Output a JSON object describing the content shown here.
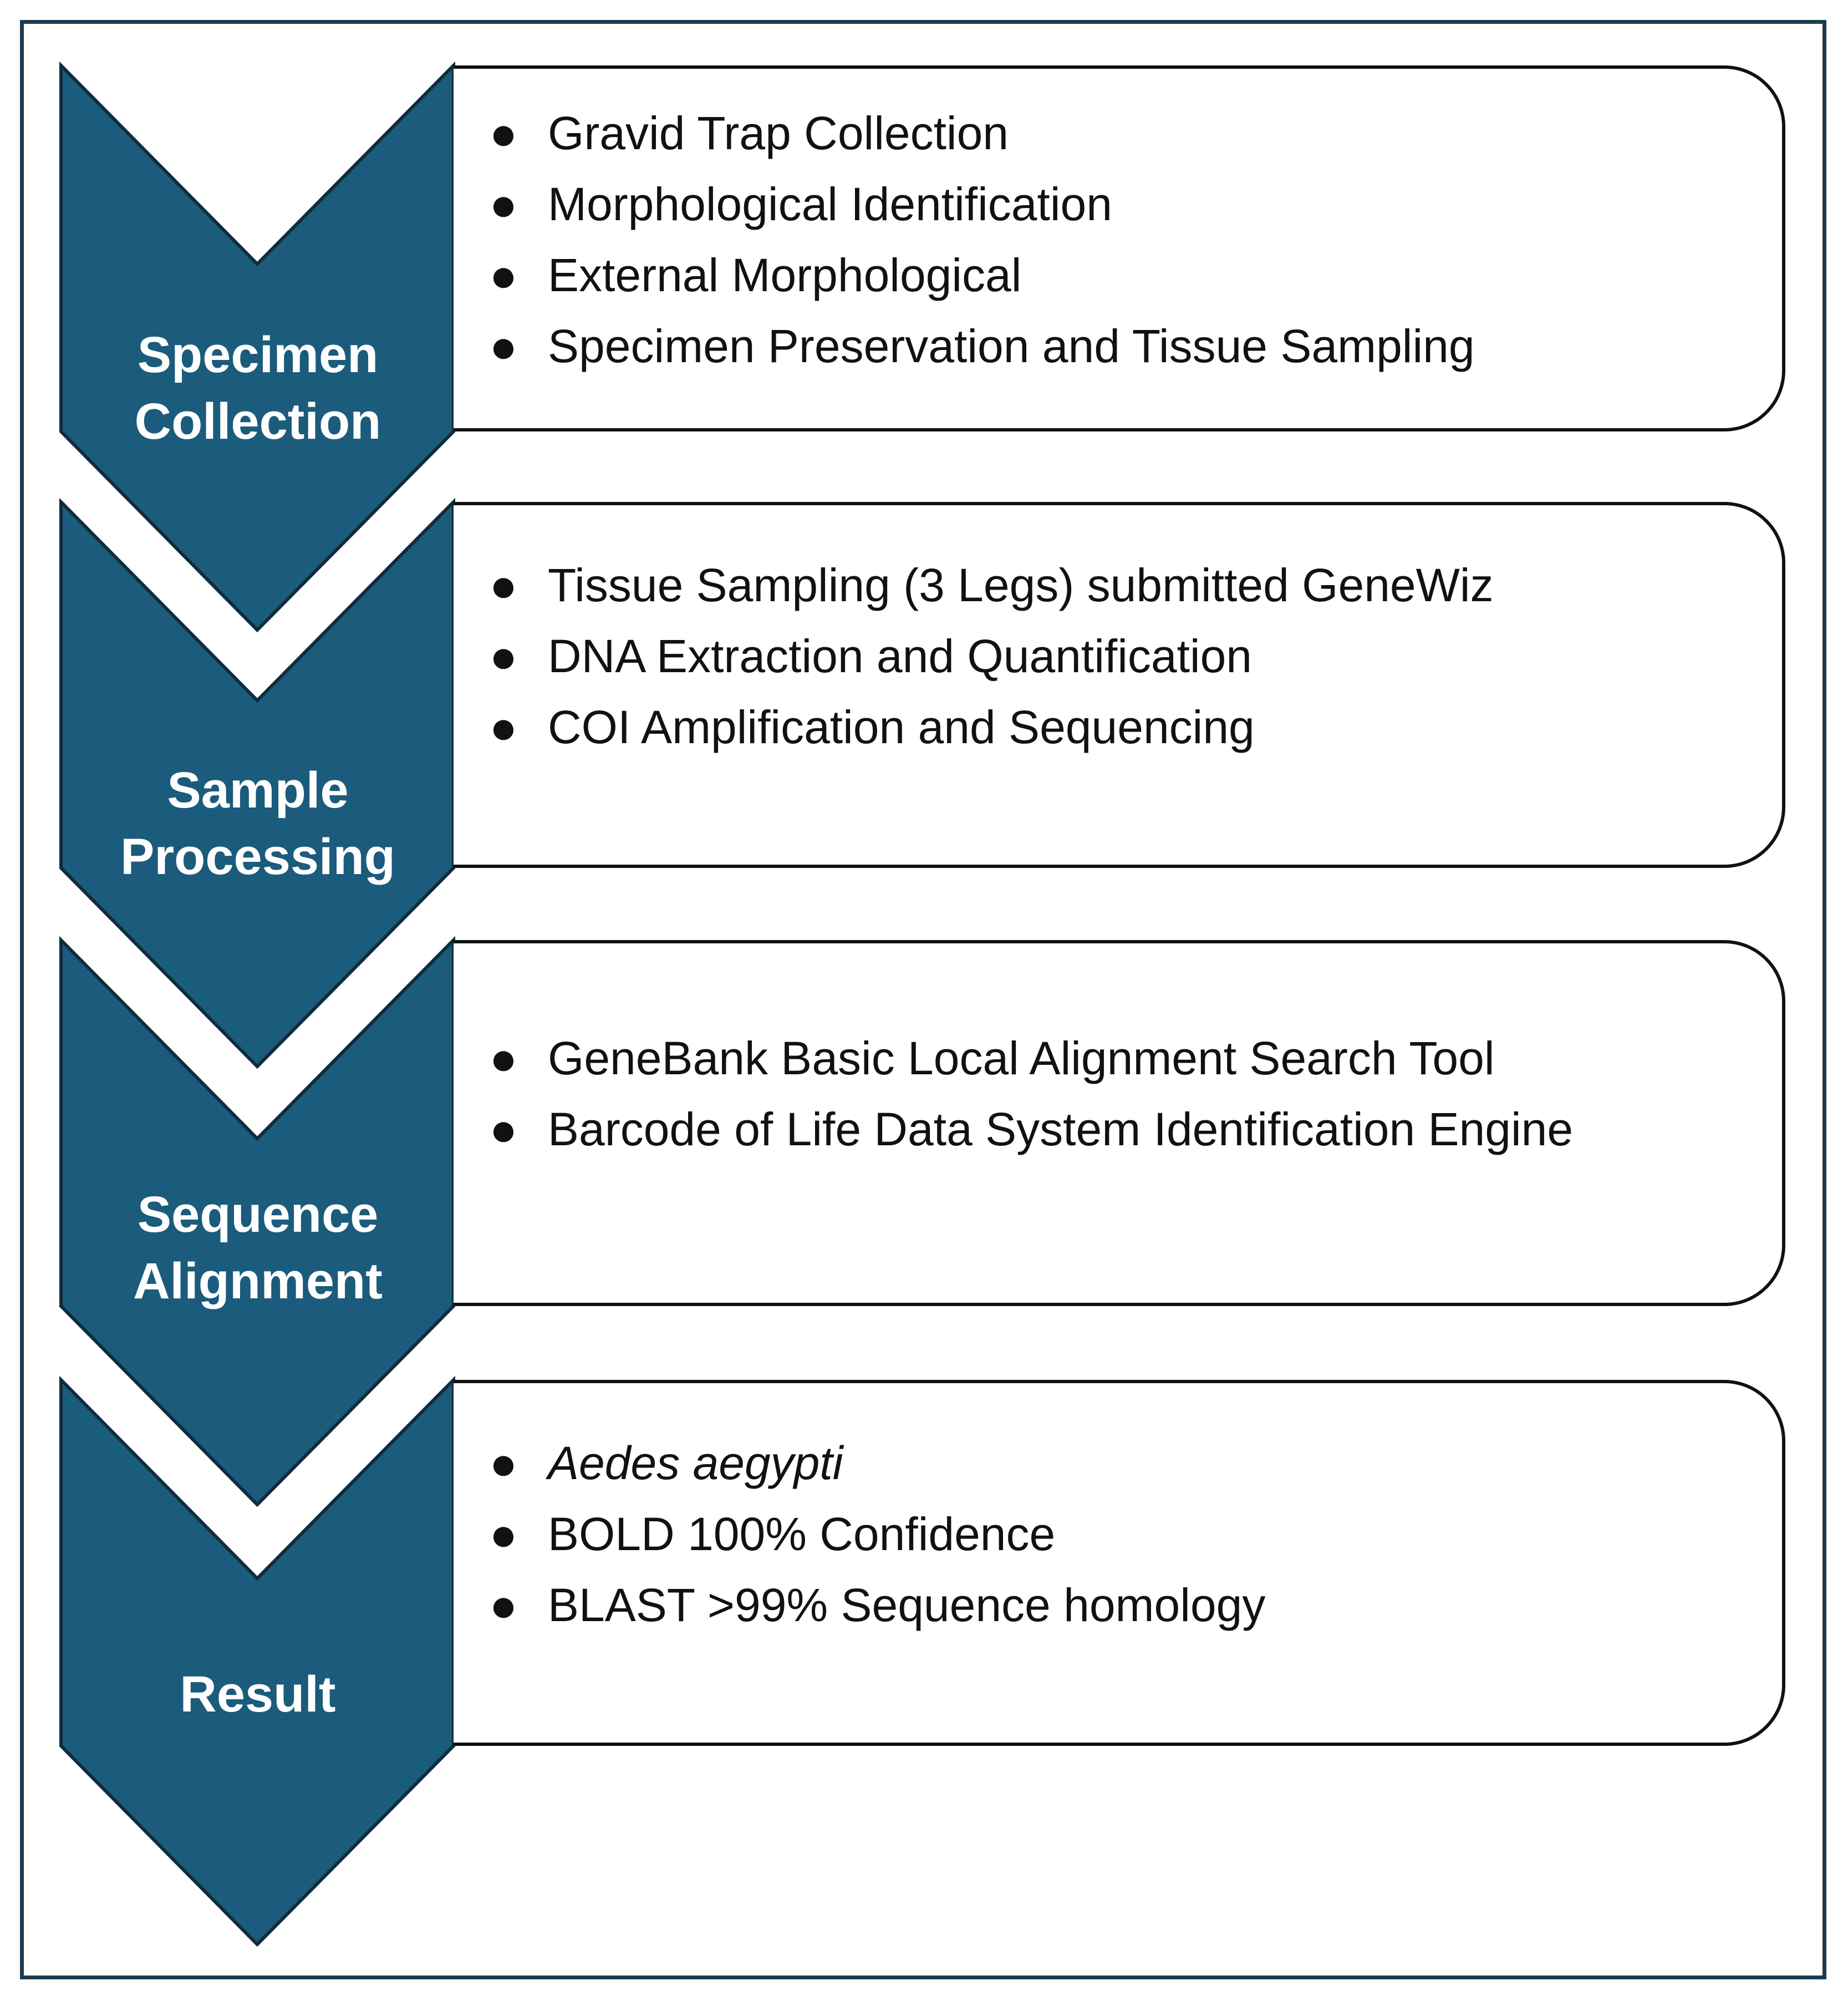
{
  "colors": {
    "chevron_fill": "#1b5b7c",
    "chevron_stroke": "#0f2c3d",
    "frame_border": "#1f3a4d",
    "card_border": "#111111",
    "label_text": "#ffffff",
    "body_text": "#111111"
  },
  "steps": [
    {
      "label_lines": [
        "Specimen",
        "Collection"
      ],
      "items": [
        {
          "text": "Gravid Trap Collection",
          "italic": false
        },
        {
          "text": "Morphological Identification",
          "italic": false
        },
        {
          "text": "External Morphological",
          "italic": false
        },
        {
          "text": "Specimen Preservation and Tissue Sampling",
          "italic": false
        }
      ]
    },
    {
      "label_lines": [
        "Sample",
        "Processing"
      ],
      "items": [
        {
          "text": "Tissue Sampling (3 Legs) submitted GeneWiz",
          "italic": false
        },
        {
          "text": "DNA Extraction and Quantification",
          "italic": false
        },
        {
          "text": "COI Amplification and Sequencing",
          "italic": false
        }
      ]
    },
    {
      "label_lines": [
        "Sequence",
        "Alignment"
      ],
      "items": [
        {
          "text": "GeneBank Basic Local Alignment Search Tool",
          "italic": false
        },
        {
          "text": "Barcode of Life Data System Identification Engine",
          "italic": false
        }
      ]
    },
    {
      "label_lines": [
        "Result"
      ],
      "items": [
        {
          "text": "Aedes aegypti",
          "italic": true
        },
        {
          "text": "BOLD 100% Confidence",
          "italic": false
        },
        {
          "text": "BLAST >99% Sequence homology",
          "italic": false
        }
      ]
    }
  ]
}
